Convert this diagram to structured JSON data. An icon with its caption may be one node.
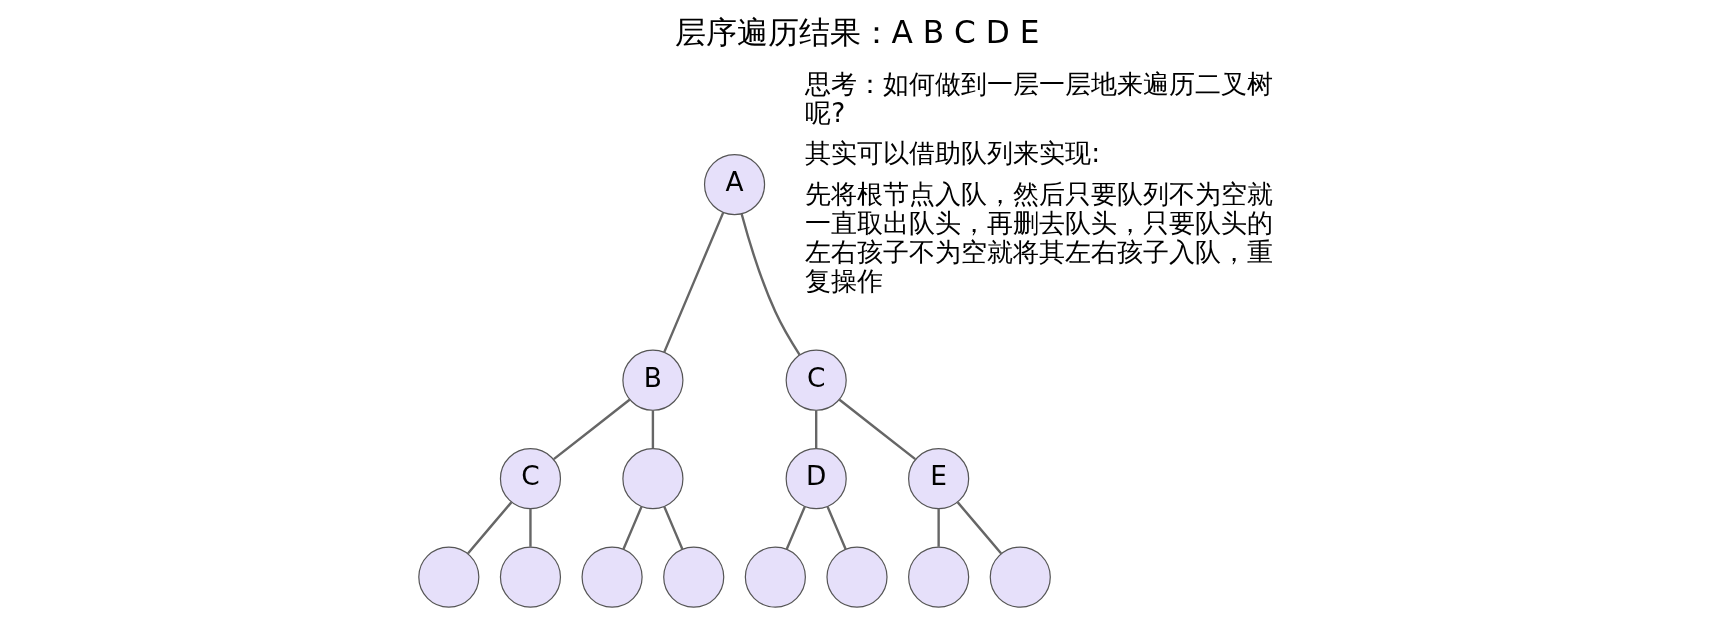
{
  "diagram": {
    "title": "层序遍历结果：A B C D E",
    "nodes": [
      {
        "text": [
          "A"
        ]
      },
      {
        "text": [
          "B"
        ]
      },
      {
        "text": [
          "C"
        ]
      },
      {
        "text": [
          "C"
        ]
      },
      {
        "text": [],
        "shape": "circle"
      },
      {
        "text": [
          "D"
        ]
      },
      {
        "text": [
          "E"
        ]
      },
      {
        "text": [],
        "shape": "circle"
      },
      {
        "text": [],
        "shape": "circle"
      },
      {
        "text": [],
        "shape": "circle"
      },
      {
        "text": [],
        "shape": "circle"
      },
      {
        "text": [],
        "shape": "circle"
      },
      {
        "text": [],
        "shape": "circle"
      },
      {
        "text": [],
        "shape": "circle"
      },
      {
        "text": [],
        "shape": "circle"
      }
    ],
    "edges": [
      {
        "from": 0,
        "to": 1,
        "arrow": "none"
      },
      {
        "from": 0,
        "to": 2,
        "arrow": "none"
      },
      {
        "from": 1,
        "to": 3,
        "arrow": "none"
      },
      {
        "from": 1,
        "to": 4,
        "arrow": "none"
      },
      {
        "from": 2,
        "to": 5,
        "arrow": "none"
      },
      {
        "from": 2,
        "to": 6,
        "arrow": "none"
      },
      {
        "from": 3,
        "to": 7,
        "arrow": "none"
      },
      {
        "from": 3,
        "to": 8,
        "arrow": "none"
      },
      {
        "from": 4,
        "to": 9,
        "arrow": "none"
      },
      {
        "from": 4,
        "to": 10,
        "arrow": "none"
      },
      {
        "from": 5,
        "to": 11,
        "arrow": "none"
      },
      {
        "from": 5,
        "to": 12,
        "arrow": "none"
      },
      {
        "from": 6,
        "to": 13,
        "arrow": "none"
      },
      {
        "from": 6,
        "to": 14,
        "arrow": "none"
      }
    ],
    "labels": [
      "思考：如何做到一层一层地来遍历二叉树呢?",
      "其实可以借助队列来实现:",
      "先将根节点入队，然后只要队列不为空就一直取出队头，再删去队头，只要队头的左右孩子不为空就将其左右孩子入队，重复操作"
    ]
  }
}
